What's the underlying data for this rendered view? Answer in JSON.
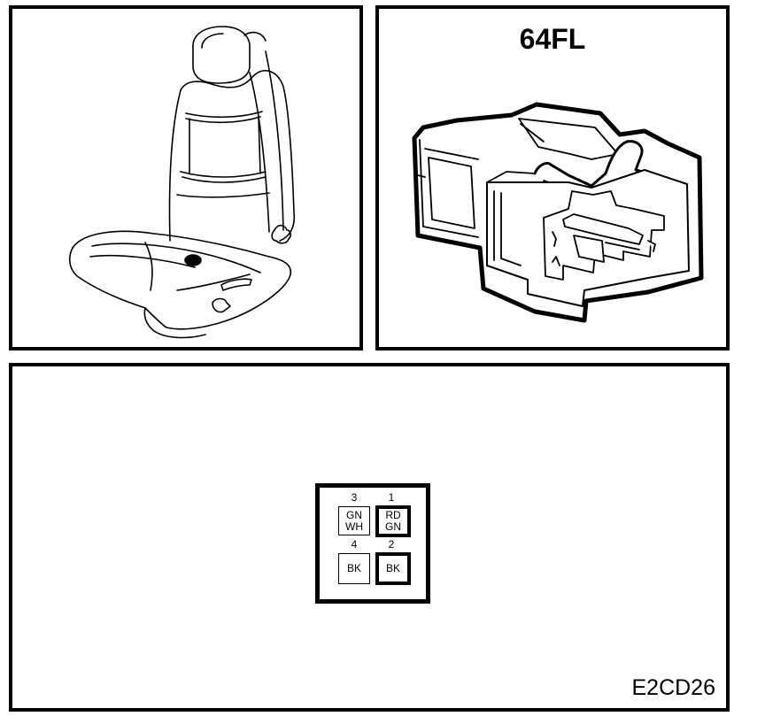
{
  "connector": {
    "id": "64FL"
  },
  "figure_code": "E2CD26",
  "pins": [
    {
      "number": "1",
      "color_lines": [
        "RD",
        "GN"
      ]
    },
    {
      "number": "2",
      "color_lines": [
        "BK"
      ]
    },
    {
      "number": "3",
      "color_lines": [
        "GN",
        "WH"
      ]
    },
    {
      "number": "4",
      "color_lines": [
        "BK"
      ]
    }
  ]
}
